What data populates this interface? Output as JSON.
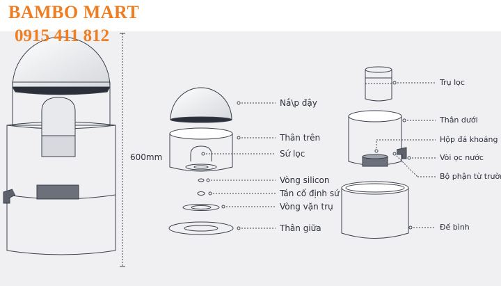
{
  "watermark": {
    "brand": "BAMBO MART",
    "phone": "0915 411 812"
  },
  "dimension": "600mm",
  "labels": {
    "nap_day": "Nắ\\p đậy",
    "than_tren": "Thân trên",
    "su_loc": "Sứ lọc",
    "vong_silicon": "Vòng silicon",
    "tan_co_dinh_su": "Tán cố định sứ",
    "vong_van_tru": "Vòng vặn trụ",
    "than_giua": "Thân giữa",
    "tru_loc": "Trụ lọc",
    "than_duoi": "Thân dưới",
    "hop_da_khoang": "Hộp đá khoáng",
    "voi_oc_nuoc": "Vòi ọc nước",
    "bo_phan_tu_truong": "Bộ phận từ trường",
    "de_binh": "Đế bình"
  },
  "colors": {
    "brand": "#ef7d22",
    "line": "#2b2f3a",
    "band": "#f0f0f2"
  }
}
